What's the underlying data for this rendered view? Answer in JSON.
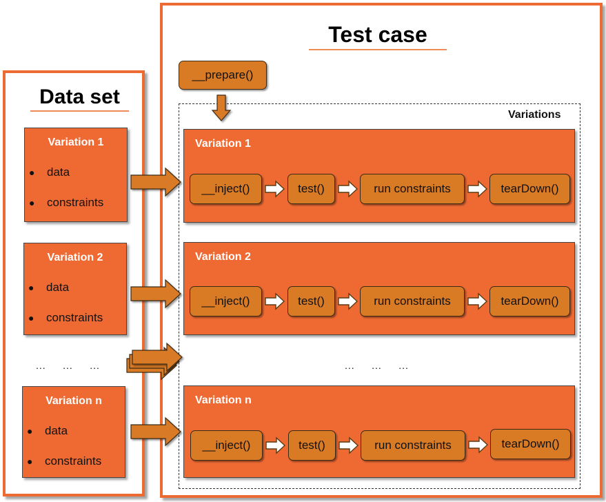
{
  "data_set": {
    "title": "Data set",
    "variations": [
      {
        "title": "Variation 1",
        "items": [
          "data",
          "constraints"
        ]
      },
      {
        "title": "Variation 2",
        "items": [
          "data",
          "constraints"
        ]
      },
      {
        "title": "Variation n",
        "items": [
          "data",
          "constraints"
        ]
      }
    ],
    "ellipsis": "...     ...     ..."
  },
  "test_case": {
    "title": "Test case",
    "prepare": "__prepare()",
    "variations_label": "Variations",
    "variations": [
      {
        "title": "Variation 1",
        "steps": [
          "__inject()",
          "test()",
          "run constraints",
          "tearDown()"
        ]
      },
      {
        "title": "Variation 2",
        "steps": [
          "__inject()",
          "test()",
          "run constraints",
          "tearDown()"
        ]
      },
      {
        "title": "Variation n",
        "steps": [
          "__inject()",
          "test()",
          "run constraints",
          "tearDown()"
        ]
      }
    ],
    "ellipsis": "...     ...     ..."
  },
  "colors": {
    "panel_border": "#ee6a33",
    "box_fill": "#ef6a33",
    "step_fill": "#d97a25"
  }
}
